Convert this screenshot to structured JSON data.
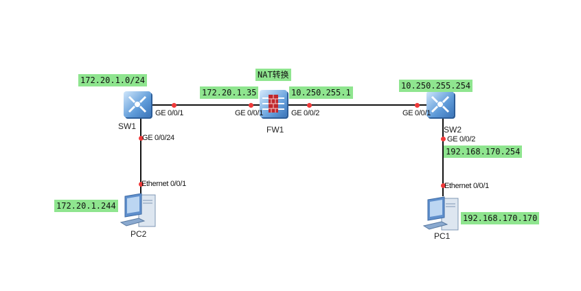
{
  "title": "NAT转换",
  "devices": {
    "sw1": {
      "name": "SW1",
      "network": "172.20.1.0/24"
    },
    "fw1": {
      "name": "FW1",
      "inside_ip": "172.20.1.35",
      "outside_ip": "10.250.255.1"
    },
    "sw2": {
      "name": "SW2",
      "uplink_ip": "10.250.255.254",
      "vlan_ip": "192.168.170.254"
    },
    "pc2": {
      "name": "PC2",
      "ip": "172.20.1.244"
    },
    "pc1": {
      "name": "PC1",
      "ip": "192.168.170.170"
    }
  },
  "ports": {
    "sw1_g1": "GE 0/0/1",
    "sw1_g24": "GE 0/0/24",
    "fw1_g1": "GE 0/0/1",
    "fw1_g2": "GE 0/0/2",
    "sw2_g1": "GE 0/0/1",
    "sw2_g2": "GE 0/0/2",
    "pc2_eth": "Ethernet 0/0/1",
    "pc1_eth": "Ethernet 0/0/1"
  },
  "colors": {
    "label_bg": "#8fe58f",
    "port_dot": "#f03a3a",
    "link": "#111111"
  }
}
